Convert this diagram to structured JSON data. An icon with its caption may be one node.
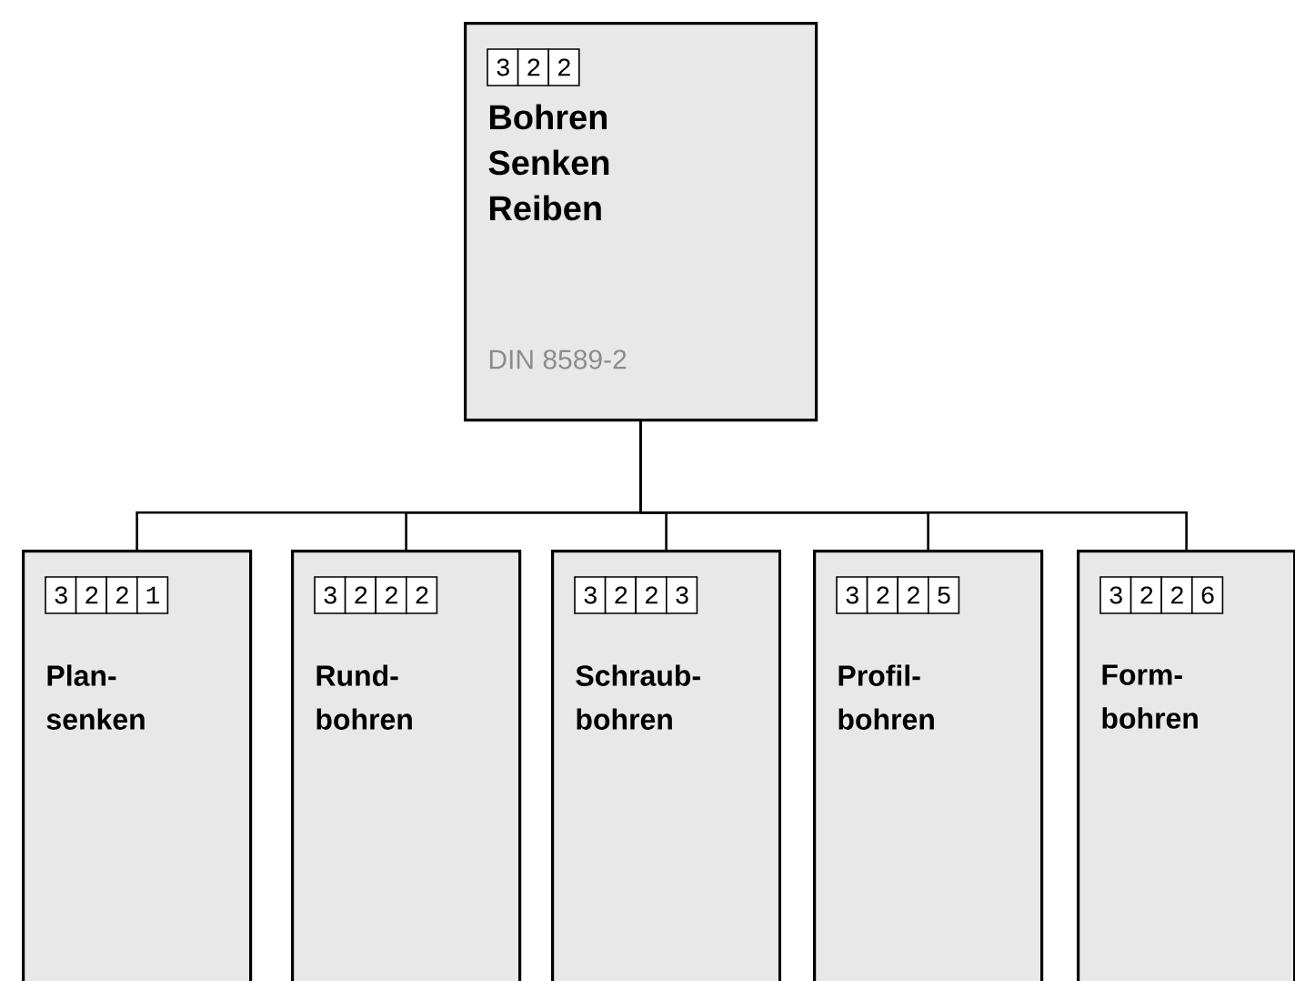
{
  "diagram": {
    "nodes": [
      {
        "text": [
          "3 2 2",
          "Bohren Senken Reiben",
          "DIN 8589-2"
        ]
      },
      {
        "text": [
          "3 2 2 1",
          "Plan- senken"
        ]
      },
      {
        "text": [
          "3 2 2 2",
          "Rund- bohren"
        ]
      },
      {
        "text": [
          "3 2 2 3",
          "Schraub- bohren"
        ]
      },
      {
        "text": [
          "3 2 2 5",
          "Profil- bohren"
        ]
      },
      {
        "text": [
          "3 2 2 6",
          "Form- bohren"
        ]
      }
    ],
    "edges": [
      {
        "from": 0,
        "to": 1,
        "arrow": "none"
      },
      {
        "from": 0,
        "to": 2,
        "arrow": "none"
      },
      {
        "from": 0,
        "to": 3,
        "arrow": "none"
      },
      {
        "from": 0,
        "to": 4,
        "arrow": "none"
      },
      {
        "from": 0,
        "to": 5,
        "arrow": "none"
      }
    ]
  }
}
